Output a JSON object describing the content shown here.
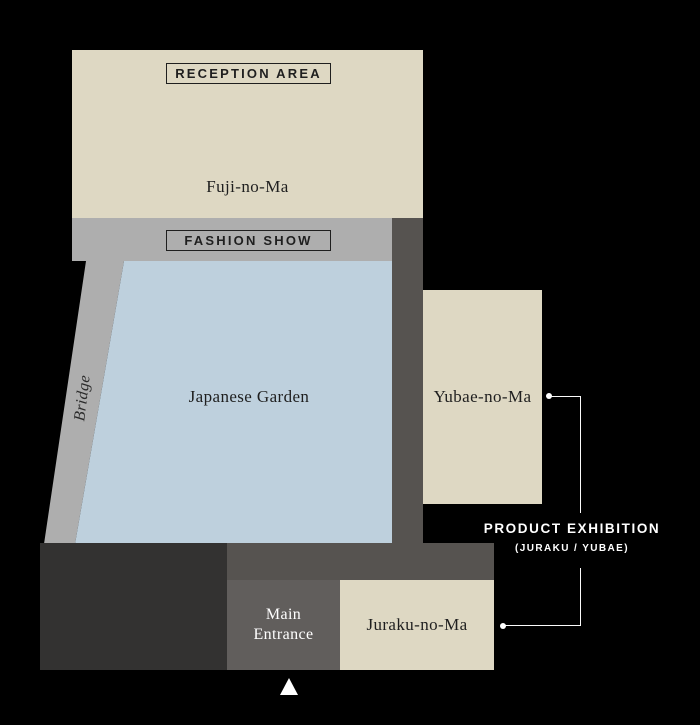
{
  "map": {
    "banners": {
      "reception": "RECEPTION AREA",
      "fashion_show": "FASHION SHOW"
    },
    "rooms": {
      "fuji": "Fuji-no-Ma",
      "garden": "Japanese Garden",
      "bridge": "Bridge",
      "yubae": "Yubae-no-Ma",
      "juraku": "Juraku-no-Ma",
      "main_entrance_line1": "Main",
      "main_entrance_line2": "Entrance"
    },
    "annotation": {
      "title": "PRODUCT EXHIBITION",
      "subtitle": "(JURAKU / YUBAE)"
    },
    "colors": {
      "background": "#000000",
      "room_fill": "#ded8c3",
      "walkway_fill": "#aeaeae",
      "garden_fill": "#bed0dd",
      "corridor_fill": "#565350",
      "entrance_fill": "#615e5c",
      "block_fill": "#333231",
      "ink": "#1f1f1f",
      "annotation_ink": "#ffffff"
    }
  }
}
